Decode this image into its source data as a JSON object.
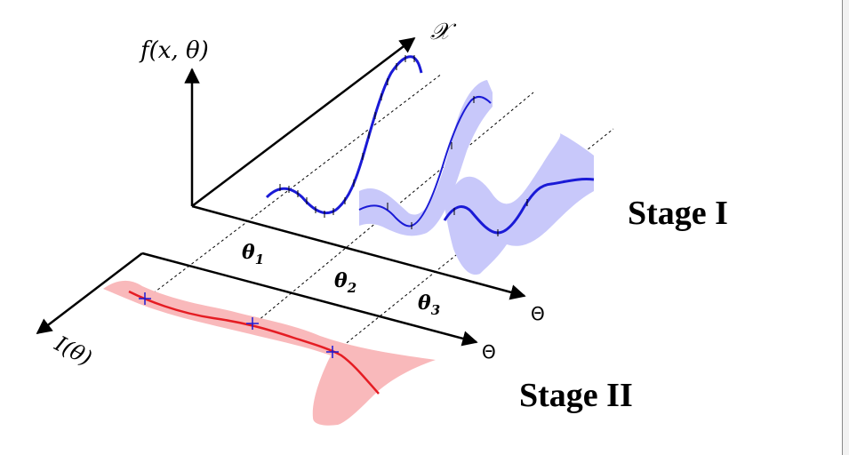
{
  "axes": {
    "f_label": "f(x, θ)",
    "x_label": "𝒳",
    "theta_upper_label": "Θ",
    "theta_lower_label": "Θ",
    "i_label": "I(θ)"
  },
  "theta_points": [
    {
      "name": "θ",
      "sub": "1"
    },
    {
      "name": "θ",
      "sub": "2"
    },
    {
      "name": "θ",
      "sub": "3"
    }
  ],
  "stages": {
    "stage1": "Stage I",
    "stage2": "Stage II"
  },
  "colors": {
    "surrogate_line": "#1a1ad6",
    "surrogate_band": "#c8c8fa",
    "acquisition_line": "#e51c23",
    "acquisition_band": "#f9b9bb",
    "axis": "#000000"
  }
}
